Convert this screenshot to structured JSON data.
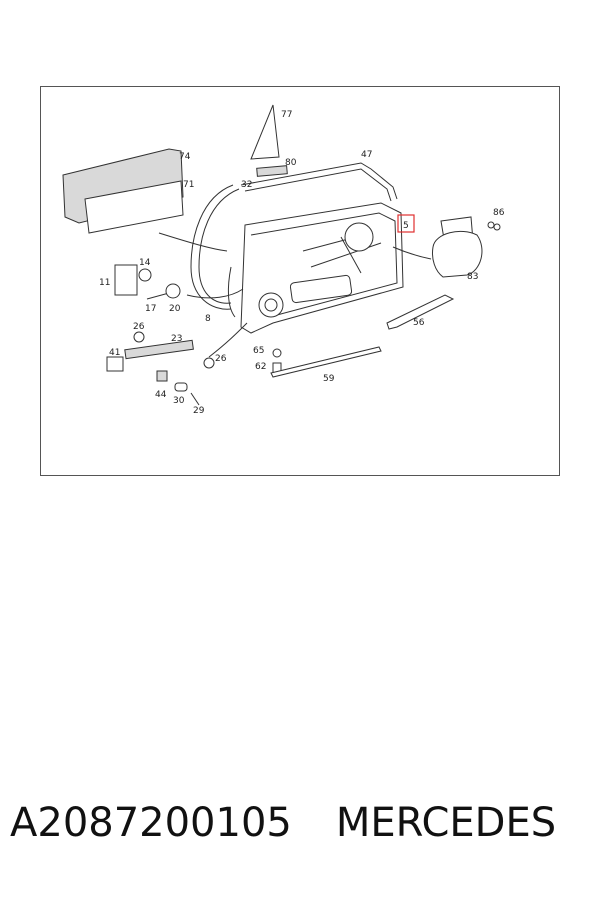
{
  "diagram": {
    "callouts": {
      "c77": "77",
      "c80": "80",
      "c74": "74",
      "c71": "71",
      "c47": "47",
      "c32": "32",
      "c5": "5",
      "c86": "86",
      "c83": "83",
      "c14": "14",
      "c11": "11",
      "c17": "17",
      "c20": "20",
      "c8": "8",
      "c56": "56",
      "c26a": "26",
      "c41": "41",
      "c23": "23",
      "c26b": "26",
      "c65": "65",
      "c62": "62",
      "c59": "59",
      "c44": "44",
      "c30": "30",
      "c29": "29"
    },
    "highlight_color": "#e03030"
  },
  "footer": {
    "part_number": "A2087200105",
    "brand": "MERCEDES"
  }
}
